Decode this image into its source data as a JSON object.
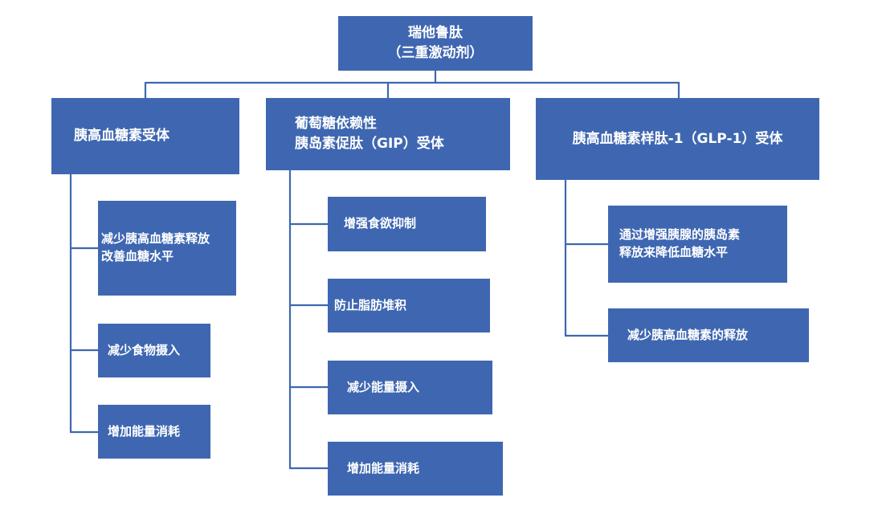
{
  "diagram": {
    "root": {
      "line1": "瑞他鲁肽",
      "line2": "（三重激动剂）"
    },
    "receptors": [
      {
        "title_lines": [
          "胰高血糖素受体"
        ],
        "effects": [
          {
            "lines": [
              "减少胰高血糖素释放",
              "改善血糖水平"
            ]
          },
          {
            "lines": [
              "减少食物摄入"
            ]
          },
          {
            "lines": [
              "增加能量消耗"
            ]
          }
        ]
      },
      {
        "title_lines": [
          "葡萄糖依赖性",
          "胰岛素促肽（GIP）受体"
        ],
        "effects": [
          {
            "lines": [
              "增强食欲抑制"
            ]
          },
          {
            "lines": [
              "防止脂肪堆积"
            ]
          },
          {
            "lines": [
              "减少能量摄入"
            ]
          },
          {
            "lines": [
              "增加能量消耗"
            ]
          }
        ]
      },
      {
        "title_lines": [
          "胰高血糖素样肽-1（GLP-1）受体"
        ],
        "effects": [
          {
            "lines": [
              "通过增强胰腺的胰岛素",
              "释放来降低血糖水平"
            ]
          },
          {
            "lines": [
              "减少胰高血糖素的释放"
            ]
          }
        ]
      }
    ],
    "colors": {
      "box_fill": "#3f67b1",
      "box_text": "#ffffff",
      "connector": "#3f67b1"
    }
  }
}
